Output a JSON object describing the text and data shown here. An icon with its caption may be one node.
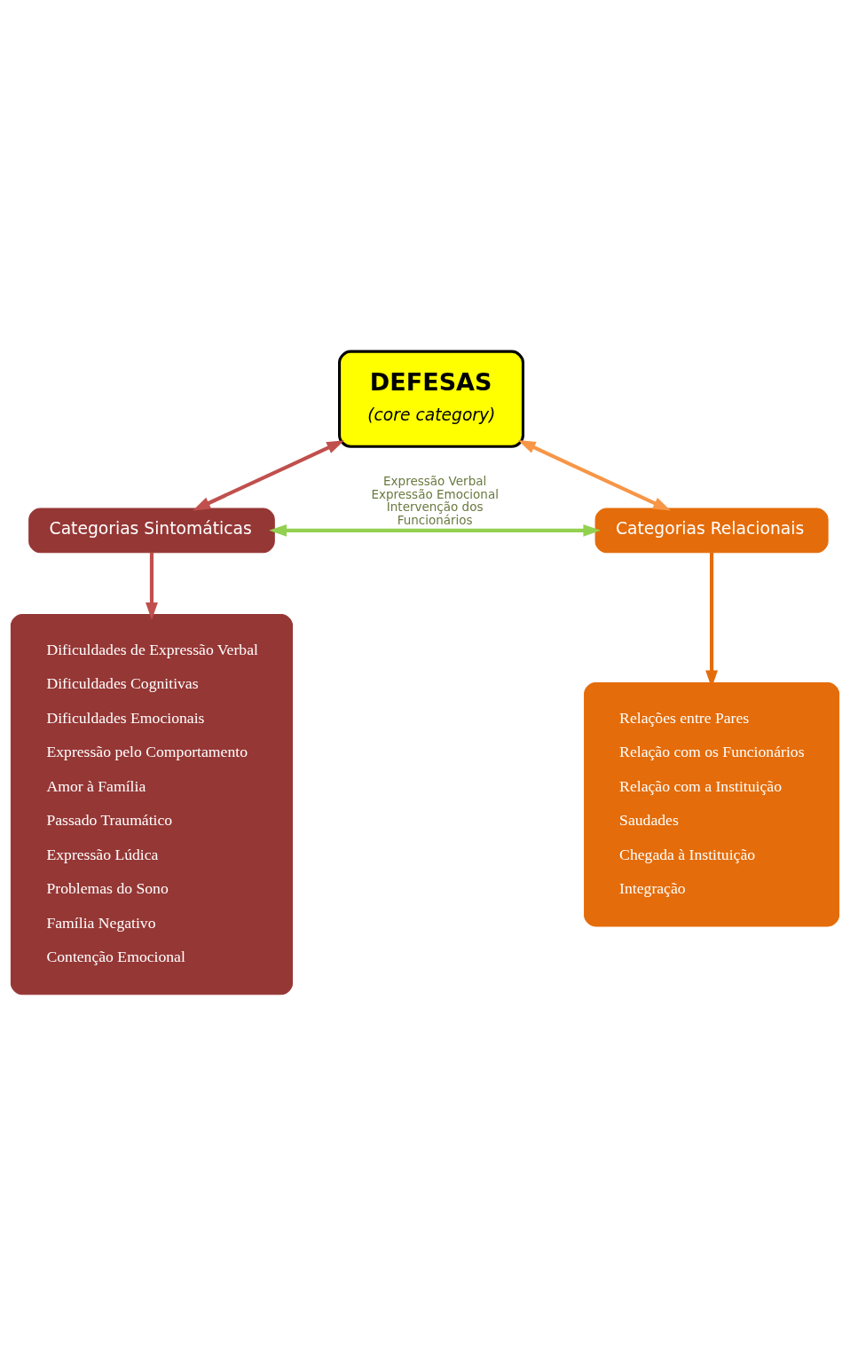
{
  "diagram": {
    "nodes": [
      {
        "text": [
          "DEFESAS",
          "(core category)"
        ]
      },
      {
        "text": [
          "Categorias Sintomáticas"
        ]
      },
      {
        "text": [
          "Categorias Relacionais"
        ]
      },
      {
        "text": [
          "Dificuldades de Expressão Verbal",
          "Dificuldades Cognitivas",
          "Dificuldades Emocionais",
          "Expressão pelo Comportamento",
          "Amor à Família",
          "Passado Traumático",
          "Expressão Lúdica",
          "Problemas do Sono",
          "Família Negativo",
          "Contenção Emocional"
        ]
      },
      {
        "text": [
          "Relações entre Pares",
          "Relação com os Funcionários",
          "Relação com a Instituição",
          "Saudades",
          "Chegada à Instituição",
          "Integração"
        ]
      }
    ],
    "edges": [
      {
        "from": 0,
        "to": 1,
        "arrow": "both",
        "color": "#c0504d"
      },
      {
        "from": 0,
        "to": 2,
        "arrow": "both",
        "color": "#f79646"
      },
      {
        "from": 1,
        "to": 2,
        "arrow": "both",
        "color": "#92d050",
        "label": "Expressão Verbal Expressão Emocional Intervenção dos Funcionários"
      },
      {
        "from": 1,
        "to": 3,
        "arrow": "to",
        "color": "#c0504d"
      },
      {
        "from": 2,
        "to": 4,
        "arrow": "to",
        "color": "#e46c0a"
      }
    ]
  }
}
